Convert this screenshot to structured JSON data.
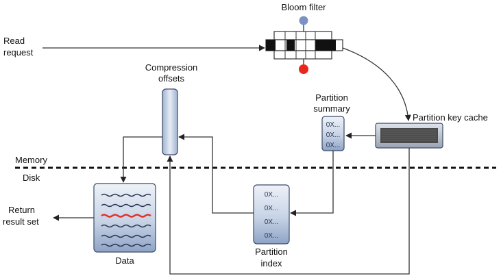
{
  "labels": {
    "bloom_filter": "Bloom filter",
    "read_request_1": "Read",
    "read_request_2": "request",
    "compression_offsets_1": "Compression",
    "compression_offsets_2": "offsets",
    "partition_summary_1": "Partition",
    "partition_summary_2": "summary",
    "partition_key_cache": "Partition key cache",
    "memory": "Memory",
    "disk": "Disk",
    "return_result_1": "Return",
    "return_result_2": "result set",
    "data": "Data",
    "partition_index_1": "Partition",
    "partition_index_2": "index"
  },
  "summary_entries": [
    "0X...",
    "0X...",
    "0X..."
  ],
  "index_entries": [
    "0X...",
    "0X...",
    "0X...",
    "0X..."
  ],
  "colors": {
    "bloom_top_dot": "#7b93c4",
    "bloom_bottom_dot": "#e8281c",
    "box_fill": "#b9c8df",
    "highlight_line": "#e0302a",
    "cache_fill": "#4a4a4a"
  }
}
